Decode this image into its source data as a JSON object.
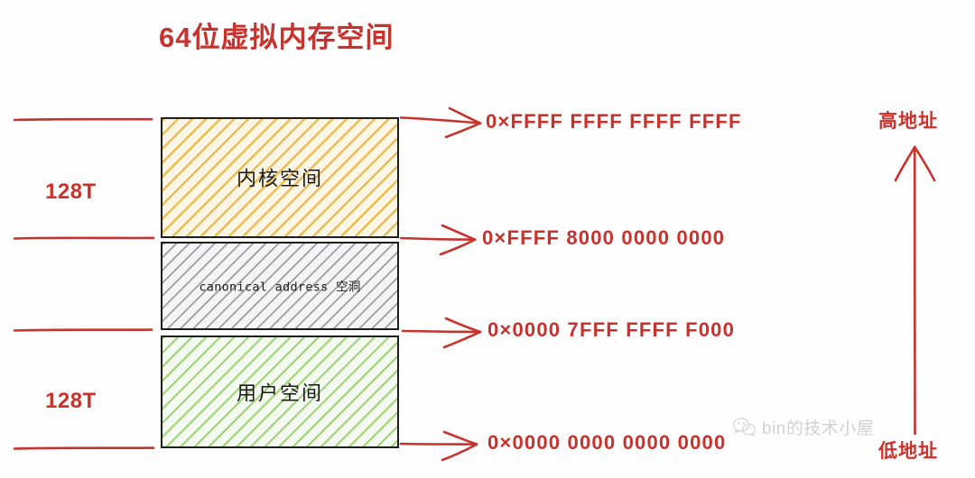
{
  "title": "64位虚拟内存空间",
  "colors": {
    "accent_red": "#c8322c",
    "kernel_hatch": "#e8b84b",
    "hole_hatch": "#8d8d8d",
    "user_hatch": "#8fc867",
    "outline": "#1d1d1d",
    "watermark": "#6d6d6d"
  },
  "regions": [
    {
      "id": "kernel",
      "label": "内核空间",
      "fill": "#fdf6e4",
      "hatch": "#e8b84b"
    },
    {
      "id": "hole",
      "label": "canonical address 空洞",
      "fill": "#f4f5f7",
      "hatch": "#8d8d8d"
    },
    {
      "id": "user",
      "label": "用户空间",
      "fill": "#f4faef",
      "hatch": "#8fc867"
    }
  ],
  "addresses": [
    {
      "id": "top",
      "text": "0×FFFF  FFFF  FFFF  FFFF"
    },
    {
      "id": "kernel_base",
      "text": "0×FFFF  8000  0000  0000"
    },
    {
      "id": "user_top",
      "text": "0×0000  7FFF  FFFF  F000"
    },
    {
      "id": "bottom",
      "text": "0×0000  0000  0000  0000"
    }
  ],
  "sizes": [
    {
      "id": "kernel_size",
      "text": "128T"
    },
    {
      "id": "user_size",
      "text": "128T"
    }
  ],
  "axis": {
    "high_label": "高地址",
    "low_label": "低地址",
    "direction_icon": "up-arrow-icon"
  },
  "watermark": {
    "icon": "wechat-icon",
    "text": "bin的技术小屋"
  }
}
